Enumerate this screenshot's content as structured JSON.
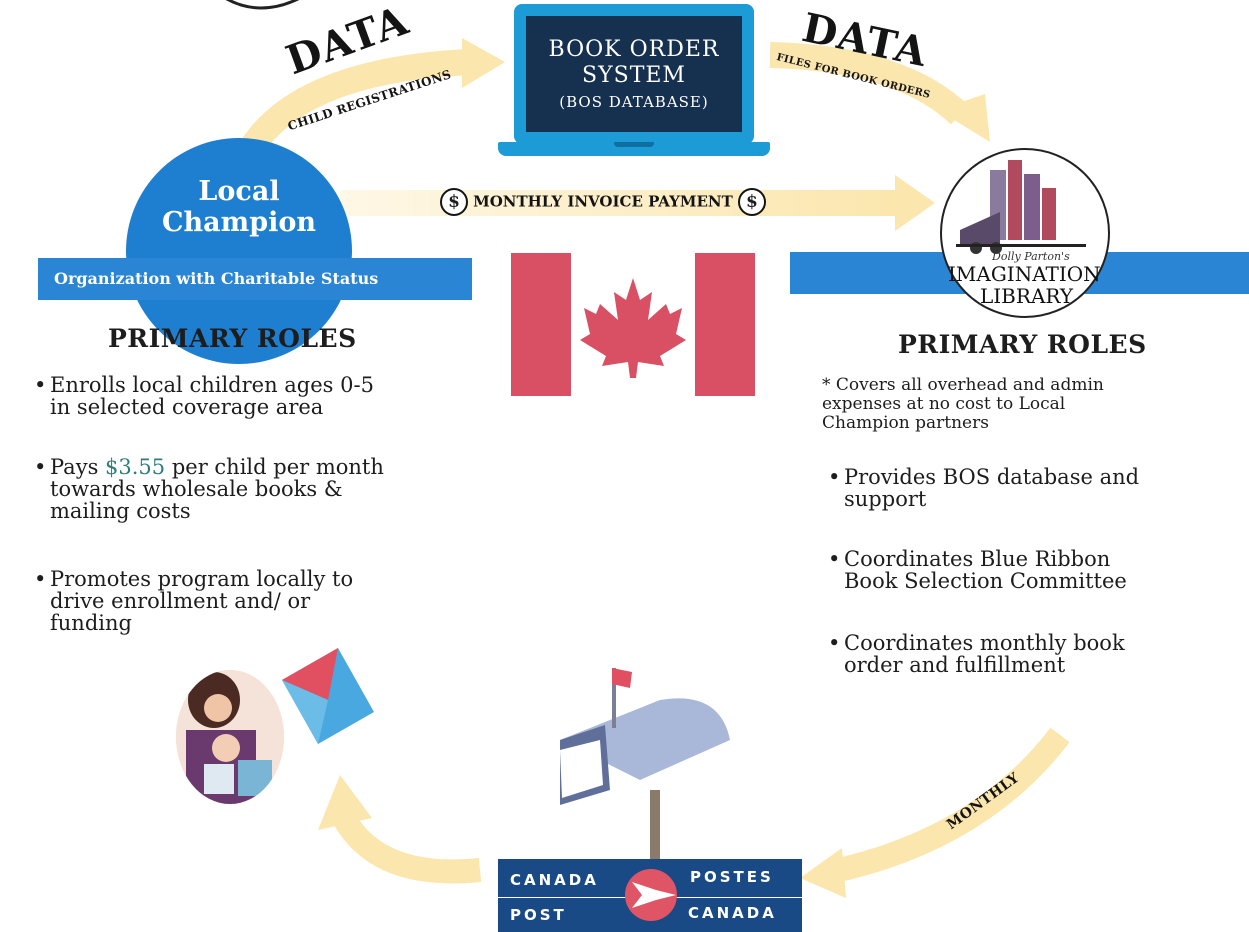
{
  "bos": {
    "line1": "BOOK ORDER",
    "line2": "SYSTEM",
    "line3": "(BOS DATABASE)"
  },
  "arrows": {
    "data_left": "DATA",
    "child_registrations": "CHILD REGISTRATIONS",
    "data_right": "DATA",
    "files_for_book_orders": "FILES FOR BOOK ORDERS",
    "monthly_invoice_payment": "MONTHLY INVOICE PAYMENT",
    "dollar_symbol": "$",
    "monthly": "MONTHLY"
  },
  "local_champion": {
    "title_line1": "Local",
    "title_line2": "Champion",
    "band": "Organization with Charitable Status"
  },
  "left_roles": {
    "heading": "PRIMARY ROLES",
    "items": [
      {
        "line1": "Enrolls local children ages 0-5",
        "line2": "in selected coverage area",
        "line3": ""
      },
      {
        "line1a": "Pays ",
        "amount": "$3.55",
        "line1b": " per child per month",
        "line2": "towards wholesale books &",
        "line3": "mailing costs"
      },
      {
        "line1": "Promotes program locally to",
        "line2": "drive enrollment and/ or",
        "line3": "funding"
      }
    ],
    "bullet": "•"
  },
  "right_roles": {
    "heading": "PRIMARY ROLES",
    "note_line1": "* Covers all overhead and admin",
    "note_line2": "expenses at no cost to Local",
    "note_line3": "Champion partners",
    "items": [
      {
        "line1": "Provides BOS database and",
        "line2": "support"
      },
      {
        "line1": "Coordinates Blue Ribbon",
        "line2": "Book Selection Committee"
      },
      {
        "line1": "Coordinates monthly book",
        "line2": "order and fulfillment"
      }
    ],
    "bullet": "•"
  },
  "logo": {
    "script": "Dolly Parton's",
    "imagination": "IMAGINATION",
    "library": "LIBRARY"
  },
  "canada_post": {
    "canada": "CANADA",
    "postes": "POSTES",
    "post": "POST",
    "canada_fr": "CANADA"
  },
  "colors": {
    "arrow": "#fbe6ad",
    "blue": "#2a86d4",
    "navy": "#16304f",
    "flag_red": "#d94f63",
    "post_navy": "#1a4a86"
  }
}
